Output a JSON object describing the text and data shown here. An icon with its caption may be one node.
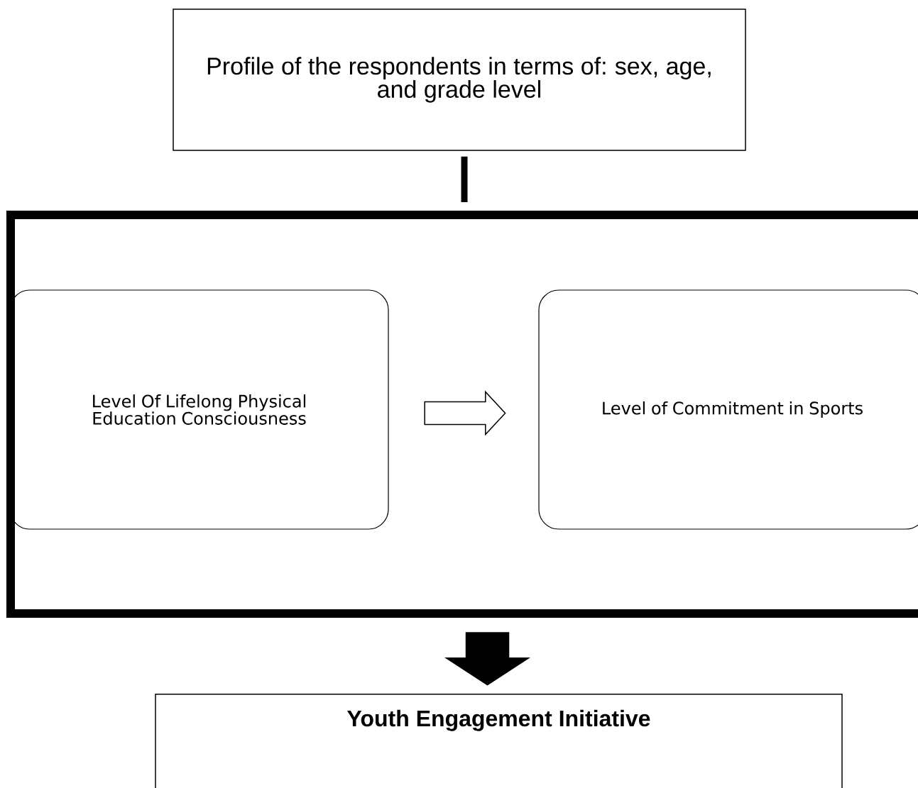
{
  "diagram": {
    "nodes": [
      {
        "text": [
          "Profile of the respondents in terms of: sex, age, and grade level"
        ]
      },
      {
        "text": [],
        "shape": "box"
      },
      {
        "text": [
          "Level Of Lifelong Physical Education Consciousness"
        ],
        "in": 1
      },
      {
        "text": [
          "Level of Commitment in Sports"
        ],
        "in": 1
      },
      {
        "text": [
          "Youth Engagement Initiative"
        ]
      }
    ],
    "edges": [
      {
        "from": 0,
        "to": 1,
        "arrow": "none"
      },
      {
        "from": 2,
        "to": 3,
        "arrow": "to"
      },
      {
        "from": 1,
        "to": 4,
        "arrow": "to",
        "style": "thick"
      }
    ]
  }
}
